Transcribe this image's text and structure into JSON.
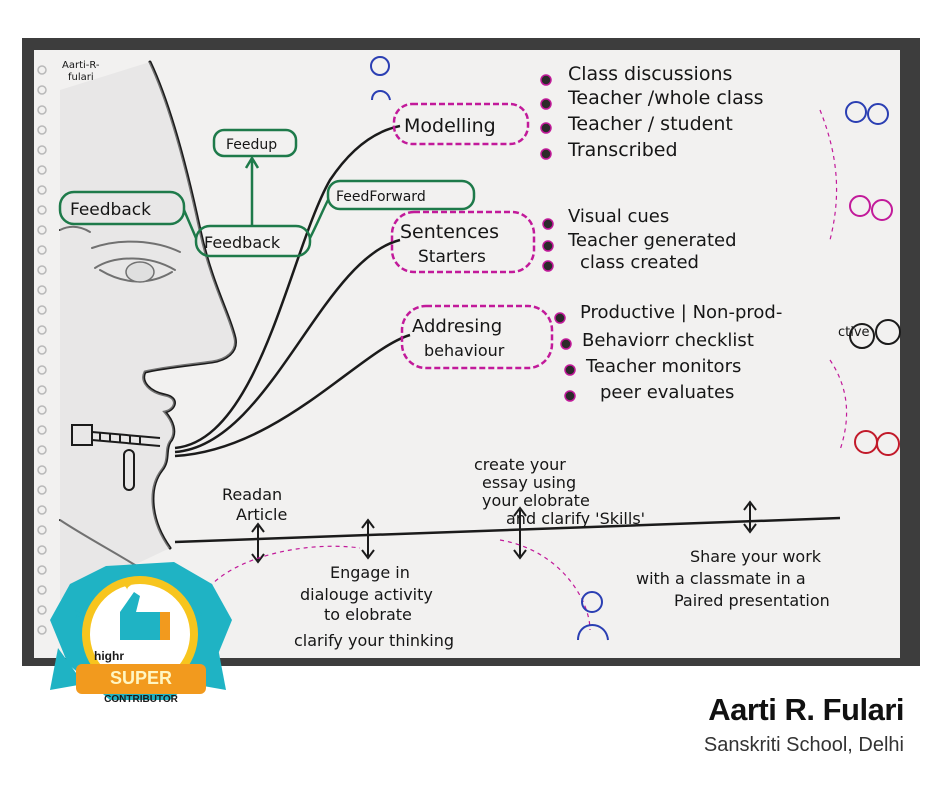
{
  "author_tag": [
    "Aarti-R-",
    "fulari"
  ],
  "nodes": {
    "feedback_left": "Feedback",
    "feedup": "Feedup",
    "feedback_center": "Feedback",
    "feedforward": "FeedForward",
    "modelling": "Modelling",
    "sentences": "Sentences",
    "starters": "Starters",
    "addressing": "Addresing",
    "behaviour": "behaviour"
  },
  "modelling_items": [
    "Class discussions",
    "Teacher /whole class",
    "Teacher / student",
    "Transcribed"
  ],
  "sentence_items": [
    "Visual cues",
    "Teacher generated",
    "class created"
  ],
  "behaviour_items": [
    "Productive | Non-prod-",
    "ctive",
    "Behaviorr checklist",
    "Teacher monitors",
    "peer evaluates"
  ],
  "timeline": {
    "read_article": [
      "Readan",
      "Article"
    ],
    "create_essay": [
      "create your",
      "essay using",
      "your elobrate",
      "and clarify 'Skills'"
    ],
    "engage": [
      "Engage in",
      "dialouge activity",
      "to elobrate",
      "clarify your thinking"
    ],
    "share": [
      "Share your work",
      "with a classmate in a",
      "Paired presentation"
    ]
  },
  "badge": {
    "brand": "highr",
    "title": "SUPER",
    "subtitle": "CONTRIBUTOR"
  },
  "credit": {
    "name": "Aarti R. Fulari",
    "school": "Sanskriti School, Delhi"
  },
  "colors": {
    "green_box": "#1e7a4a",
    "magenta_cloud": "#c21a9a",
    "ink": "#161616",
    "badge_teal": "#1fb3c4",
    "badge_yellow": "#f7c51e",
    "badge_orange": "#f29a1e"
  }
}
